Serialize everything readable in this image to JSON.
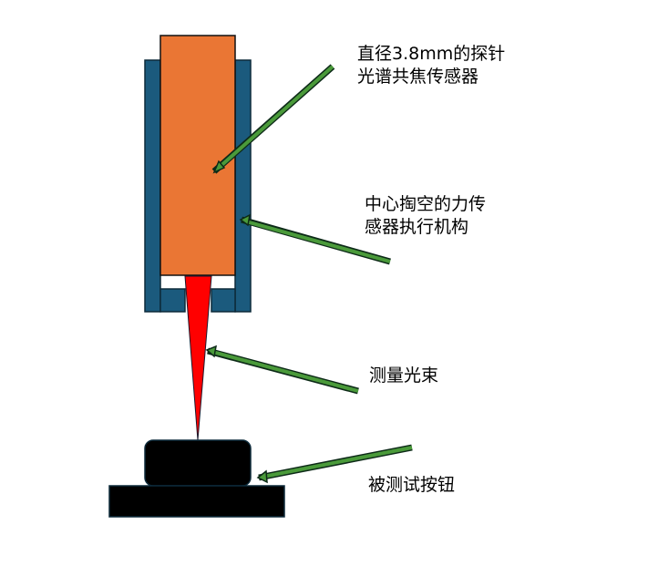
{
  "labels": {
    "probe": [
      "直径3.8mm的探针",
      "光谱共焦传感器"
    ],
    "actuator": [
      "中心掏空的力传",
      "感器执行机构"
    ],
    "beam": "测量光束",
    "button": "被测试按钮"
  },
  "colors": {
    "housing": "#1b5a7d",
    "probe": "#ea7634",
    "beam": "#ff0000",
    "arrow_fill": "#4a9a3a",
    "arrow_stroke": "#0d2a18",
    "button": "#000000",
    "base": "#000000",
    "outline": "#0d2a3a"
  },
  "icons": {
    "arrow": "arrow-left-icon"
  }
}
